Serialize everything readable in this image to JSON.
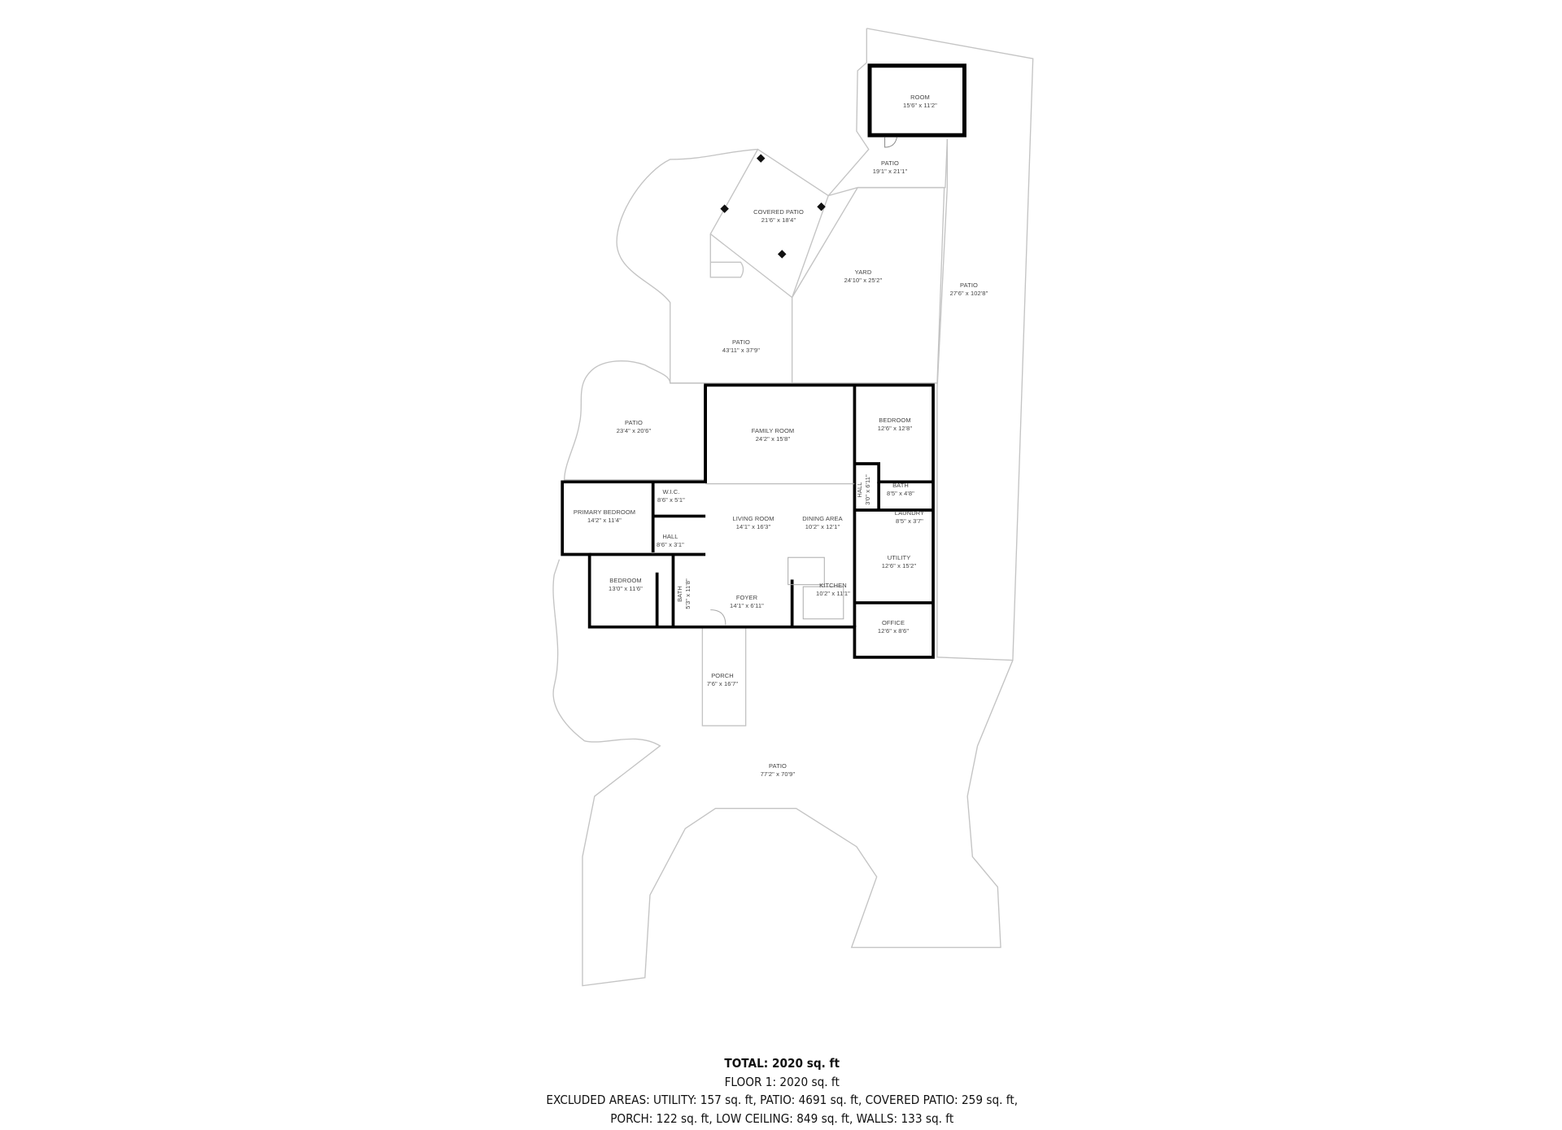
{
  "rooms": {
    "room": {
      "name": "ROOM",
      "dim": "15'6\" x 11'2\""
    },
    "patio_small": {
      "name": "PATIO",
      "dim": "19'1\" x 21'1\""
    },
    "covered_patio": {
      "name": "COVERED PATIO",
      "dim": "21'6\" x 18'4\""
    },
    "yard": {
      "name": "YARD",
      "dim": "24'10\" x 25'2\""
    },
    "patio_right": {
      "name": "PATIO",
      "dim": "27'6\" x 102'8\""
    },
    "patio_upper": {
      "name": "PATIO",
      "dim": "43'11\" x 37'9\""
    },
    "patio_left": {
      "name": "PATIO",
      "dim": "23'4\" x 20'6\""
    },
    "family_room": {
      "name": "FAMILY ROOM",
      "dim": "24'2\" x 15'8\""
    },
    "bedroom_ne": {
      "name": "BEDROOM",
      "dim": "12'6\" x 12'8\""
    },
    "wic": {
      "name": "W.I.C.",
      "dim": "8'6\" x 5'1\""
    },
    "primary_bedroom": {
      "name": "PRIMARY BEDROOM",
      "dim": "14'2\" x 11'4\""
    },
    "hall_right": {
      "name": "HALL",
      "dim": "3'0\" x 6'11\""
    },
    "bath_right": {
      "name": "BATH",
      "dim": "8'5\" x 4'8\""
    },
    "laundry": {
      "name": "LAUNDRY",
      "dim": "8'5\" x 3'7\""
    },
    "living_room": {
      "name": "LIVING ROOM",
      "dim": "14'1\" x 16'3\""
    },
    "dining_area": {
      "name": "DINING AREA",
      "dim": "10'2\" x 12'1\""
    },
    "hall_left": {
      "name": "HALL",
      "dim": "8'6\" x 3'1\""
    },
    "utility": {
      "name": "UTILITY",
      "dim": "12'6\" x 15'2\""
    },
    "bedroom_sw": {
      "name": "BEDROOM",
      "dim": "13'0\" x 11'6\""
    },
    "bath_left": {
      "name": "BATH",
      "dim": "5'3\" x 11'8\""
    },
    "foyer": {
      "name": "FOYER",
      "dim": "14'1\" x 6'11\""
    },
    "kitchen": {
      "name": "KITCHEN",
      "dim": "10'2\" x 11'1\""
    },
    "office": {
      "name": "OFFICE",
      "dim": "12'6\" x 8'6\""
    },
    "porch": {
      "name": "PORCH",
      "dim": "7'6\" x 16'7\""
    },
    "patio_bottom": {
      "name": "PATIO",
      "dim": "77'2\" x 70'9\""
    }
  },
  "summary": {
    "total": "TOTAL: 2020 sq. ft",
    "floor": "FLOOR 1: 2020 sq. ft",
    "excluded_line1": "EXCLUDED AREAS: UTILITY: 157 sq. ft, PATIO: 4691 sq. ft, COVERED PATIO: 259 sq. ft,",
    "excluded_line2": "PORCH: 122 sq. ft, LOW CEILING: 849 sq. ft, WALLS: 133 sq. ft"
  },
  "colors": {
    "wall": "#000000",
    "outline": "#bdbdbd",
    "label": "#444444"
  }
}
